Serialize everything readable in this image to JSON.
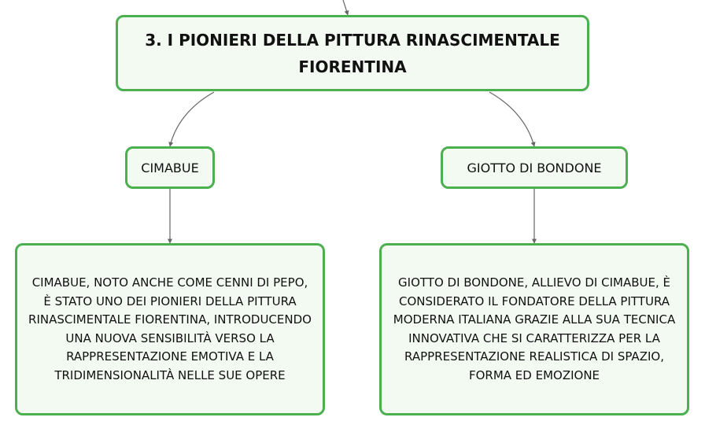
{
  "diagram": {
    "root": {
      "label": "3. I PIONIERI DELLA PITTURA RINASCIMENTALE FIORENTINA"
    },
    "branches": [
      {
        "label": "CIMABUE",
        "description": "CIMABUE, NOTO ANCHE COME CENNI DI PEPO, È STATO UNO DEI PIONIERI DELLA PITTURA RINASCIMENTALE FIORENTINA, INTRODUCENDO UNA NUOVA SENSIBILITÀ VERSO LA RAPPRESENTAZIONE EMOTIVA E LA TRIDIMENSIONALITÀ NELLE SUE OPERE"
      },
      {
        "label": "GIOTTO DI BONDONE",
        "description": "GIOTTO DI BONDONE, ALLIEVO DI CIMABUE, È CONSIDERATO IL FONDATORE DELLA PITTURA MODERNA ITALIANA GRAZIE ALLA SUA TECNICA INNOVATIVA CHE SI CARATTERIZZA PER LA RAPPRESENTAZIONE REALISTICA DI SPAZIO, FORMA ED EMOZIONE"
      }
    ]
  },
  "colors": {
    "node_border": "#4caf50",
    "node_fill": "#f3faf2",
    "connector": "#666666",
    "text": "#111111"
  }
}
